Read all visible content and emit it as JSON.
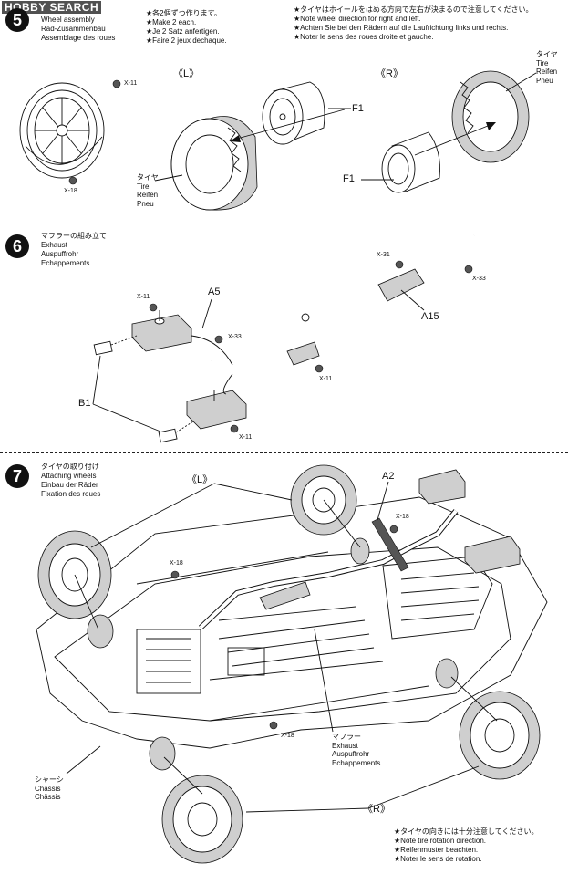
{
  "watermark": "HOBBY SEARCH",
  "step5": {
    "number": "5",
    "title_lines": [
      "Wheel assembly",
      "Rad-Zusammenbau",
      "Assemblage des roues"
    ],
    "make_note": [
      "★各2個ずつ作ります。",
      "★Make 2 each.",
      "★Je 2 Satz anfertigen.",
      "★Faire 2 jeux dechaque."
    ],
    "direction_note": [
      "★タイヤはホイールをはめる方向で左右が決まるので注意してください。",
      "★Note wheel direction for right and left.",
      "★Achten Sie bei den Rädern auf die Laufrichtung links und rechts.",
      "★Noter le sens des roues droite et gauche."
    ],
    "screw_top": "X-11",
    "screw_bottom": "X-18",
    "left_label": "《L》",
    "right_label": "《R》",
    "f1_left": "F1",
    "f1_right": "F1",
    "tire_left": [
      "タイヤ",
      "Tire",
      "Reifen",
      "Pneu"
    ],
    "tire_right": [
      "タイヤ",
      "Tire",
      "Reifen",
      "Pneu"
    ]
  },
  "step6": {
    "number": "6",
    "title_lines": [
      "マフラーの組み立て",
      "Exhaust",
      "Auspuffrohr",
      "Echappements"
    ],
    "x11_a": "X-11",
    "a5": "A5",
    "x33_a": "X-33",
    "x11_b": "X-11",
    "b1": "B1",
    "x11_c": "X-11",
    "x31": "X-31",
    "x33_b": "X-33",
    "a15": "A15"
  },
  "step7": {
    "number": "7",
    "title_lines": [
      "タイヤの取り付け",
      "Attaching wheels",
      "Einbau der Räder",
      "Fixation des roues"
    ],
    "left_label": "《L》",
    "a2": "A2",
    "x18_a": "X-18",
    "x18_b": "X-18",
    "x18_c": "X-18",
    "muffler": [
      "マフラー",
      "Exhaust",
      "Auspuffrohr",
      "Echappements"
    ],
    "chassis": [
      "シャーシ",
      "Chassis",
      "Châssis"
    ],
    "right_label": "《R》",
    "rotation_note": [
      "★タイヤの向きには十分注意してください。",
      "★Note tire rotation direction.",
      "★Reifenmuster beachten.",
      "★Noter le sens de rotation."
    ]
  }
}
